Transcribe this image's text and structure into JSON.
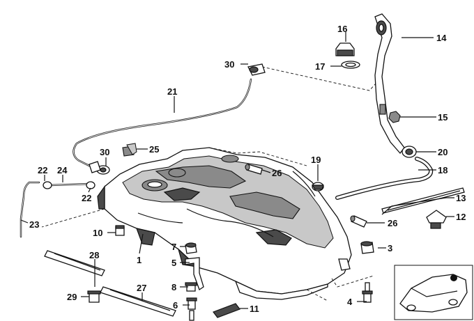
{
  "diagram": {
    "callouts": [
      {
        "id": "c1",
        "text": "1"
      },
      {
        "id": "c3",
        "text": "3"
      },
      {
        "id": "c4",
        "text": "4"
      },
      {
        "id": "c5",
        "text": "5"
      },
      {
        "id": "c6",
        "text": "6"
      },
      {
        "id": "c7",
        "text": "7"
      },
      {
        "id": "c8",
        "text": "8"
      },
      {
        "id": "c10",
        "text": "10"
      },
      {
        "id": "c11",
        "text": "11"
      },
      {
        "id": "c12",
        "text": "12"
      },
      {
        "id": "c13",
        "text": "13"
      },
      {
        "id": "c14",
        "text": "14"
      },
      {
        "id": "c15",
        "text": "15"
      },
      {
        "id": "c16",
        "text": "16"
      },
      {
        "id": "c17",
        "text": "17"
      },
      {
        "id": "c18",
        "text": "18"
      },
      {
        "id": "c19",
        "text": "19"
      },
      {
        "id": "c20",
        "text": "20"
      },
      {
        "id": "c21",
        "text": "21"
      },
      {
        "id": "c22a",
        "text": "22"
      },
      {
        "id": "c22b",
        "text": "22"
      },
      {
        "id": "c23",
        "text": "23"
      },
      {
        "id": "c24",
        "text": "24"
      },
      {
        "id": "c25",
        "text": "25"
      },
      {
        "id": "c26a",
        "text": "26"
      },
      {
        "id": "c26b",
        "text": "26"
      },
      {
        "id": "c27",
        "text": "27"
      },
      {
        "id": "c28",
        "text": "28"
      },
      {
        "id": "c29",
        "text": "29"
      },
      {
        "id": "c30a",
        "text": "30"
      },
      {
        "id": "c30b",
        "text": "30"
      }
    ]
  }
}
